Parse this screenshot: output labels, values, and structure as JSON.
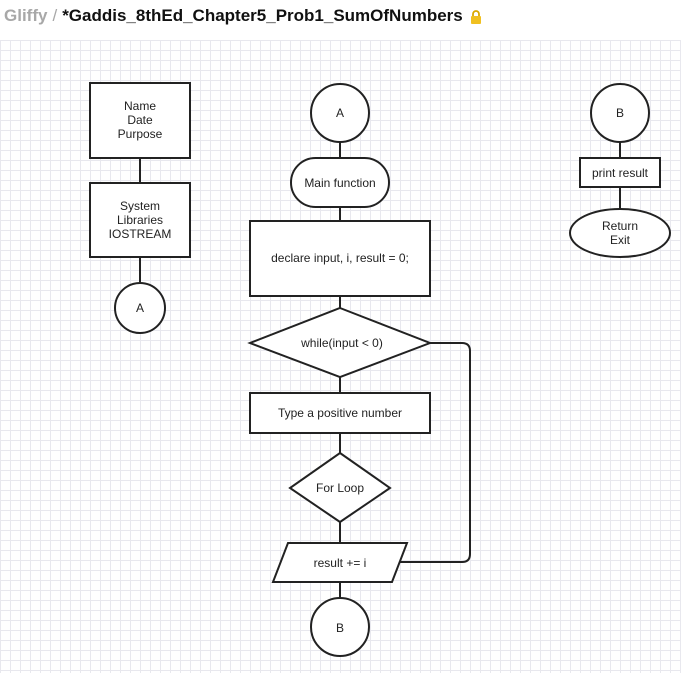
{
  "header": {
    "app_name": "Gliffy",
    "separator": "/",
    "document_title": "*Gaddis_8thEd_Chapter5_Prob1_SumOfNumbers",
    "lock_color": "#e6b800"
  },
  "diagram": {
    "header_box": {
      "line1": "Name",
      "line2": "Date",
      "line3": "Purpose"
    },
    "libraries_box": {
      "line1": "System",
      "line2": "Libraries",
      "line3": "IOSTREAM"
    },
    "connector_a_left": "A",
    "connector_a_top": "A",
    "main_function": "Main function",
    "declare_box": "declare input, i, result = 0;",
    "while_decision": "while(input < 0)",
    "prompt_box": "Type a positive number",
    "for_loop": "For Loop",
    "result_io": "result += i",
    "connector_b_bottom": "B",
    "connector_b_top": "B",
    "print_box": "print result",
    "return_terminal": {
      "line1": "Return",
      "line2": "Exit"
    }
  }
}
